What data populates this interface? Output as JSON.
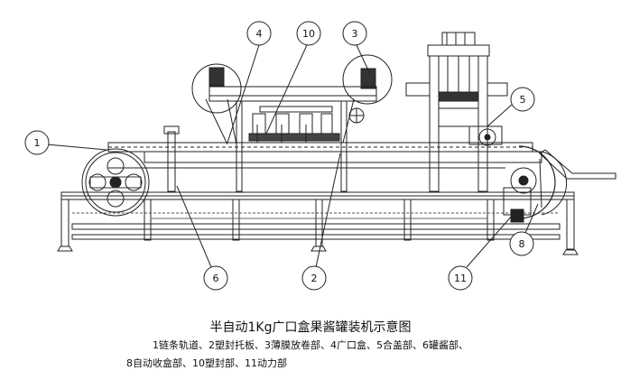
{
  "figure": {
    "title": "半自动1Kg广口盒果酱罐装机示意图",
    "legend_line1": "1链条轨道、2塑封托板、3薄膜放卷部、4广口盒、5合盖部、6罐酱部、",
    "legend_line2": "8自动收盒部、10塑封部、11动力部"
  },
  "callouts": [
    {
      "id": "1",
      "label": "1"
    },
    {
      "id": "4",
      "label": "4"
    },
    {
      "id": "10",
      "label": "10"
    },
    {
      "id": "3",
      "label": "3"
    },
    {
      "id": "5",
      "label": "5"
    },
    {
      "id": "6",
      "label": "6"
    },
    {
      "id": "2",
      "label": "2"
    },
    {
      "id": "11",
      "label": "11"
    },
    {
      "id": "8",
      "label": "8"
    }
  ]
}
